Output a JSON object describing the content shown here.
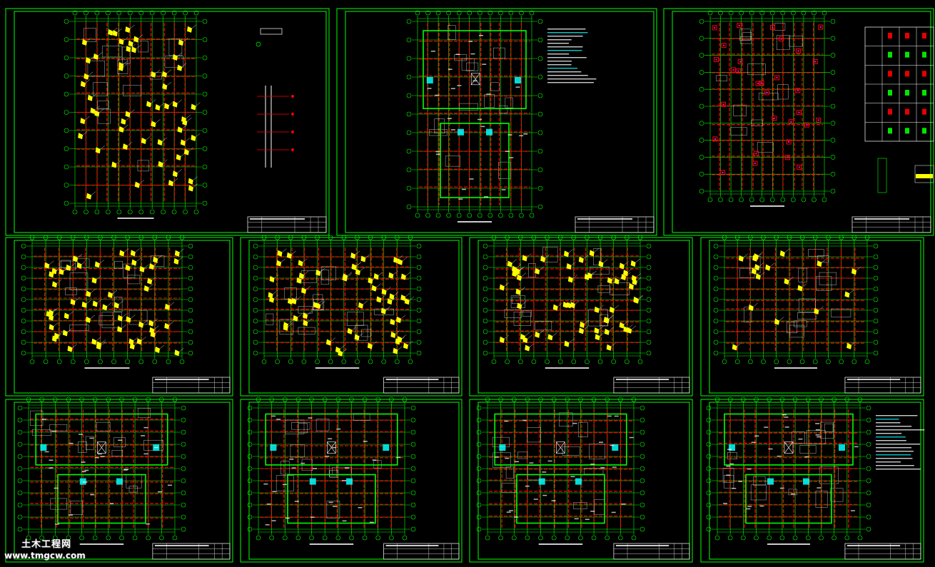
{
  "watermark": {
    "title": "土木工程网",
    "url": "www.tmgcw.com"
  },
  "colors": {
    "background": "#000000",
    "frame": "#00ff00",
    "grid": "#00ff00",
    "wall": "#ff0000",
    "column": "#ffff00",
    "hatch": "#00ffff",
    "text": "#ffffff",
    "magenta": "#ff00ff"
  },
  "sheets": [
    {
      "id": "sheet-1-1",
      "kind": "column-plan"
    },
    {
      "id": "sheet-1-2",
      "kind": "floor-plan"
    },
    {
      "id": "sheet-1-3",
      "kind": "foundation-plan"
    },
    {
      "id": "sheet-2-1",
      "kind": "column-plan"
    },
    {
      "id": "sheet-2-2",
      "kind": "column-plan"
    },
    {
      "id": "sheet-2-3",
      "kind": "column-plan"
    },
    {
      "id": "sheet-2-4",
      "kind": "column-plan-sparse"
    },
    {
      "id": "sheet-3-1",
      "kind": "floor-plan"
    },
    {
      "id": "sheet-3-2",
      "kind": "floor-plan"
    },
    {
      "id": "sheet-3-3",
      "kind": "floor-plan"
    },
    {
      "id": "sheet-3-4",
      "kind": "floor-plan"
    }
  ]
}
